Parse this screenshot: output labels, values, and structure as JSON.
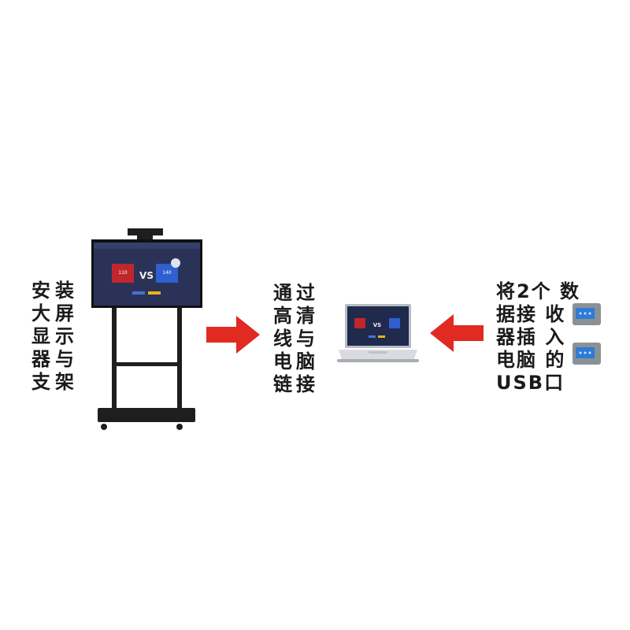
{
  "display_stand": {
    "label_columns": [
      "装屏示与架",
      "安大显器支"
    ],
    "screen": {
      "left_card_value": "110",
      "left_card_caption": "",
      "vs_text": "VS",
      "right_card_value": "140",
      "right_card_caption": ""
    }
  },
  "laptop": {
    "label_columns": [
      "过清与脑接",
      "通高线电链"
    ]
  },
  "receiver": {
    "label_lines": [
      "将2个 数",
      "据接 收",
      "器插 入",
      "电脑 的",
      "USB口"
    ]
  },
  "colors": {
    "arrow": "#e02a22",
    "screen_bg": "#2a3357",
    "card_red": "#c0262c",
    "card_blue": "#2f5fd0",
    "stand": "#1e1e1e",
    "receiver_body": "#8a9196",
    "receiver_screen": "#2e7bd6"
  }
}
